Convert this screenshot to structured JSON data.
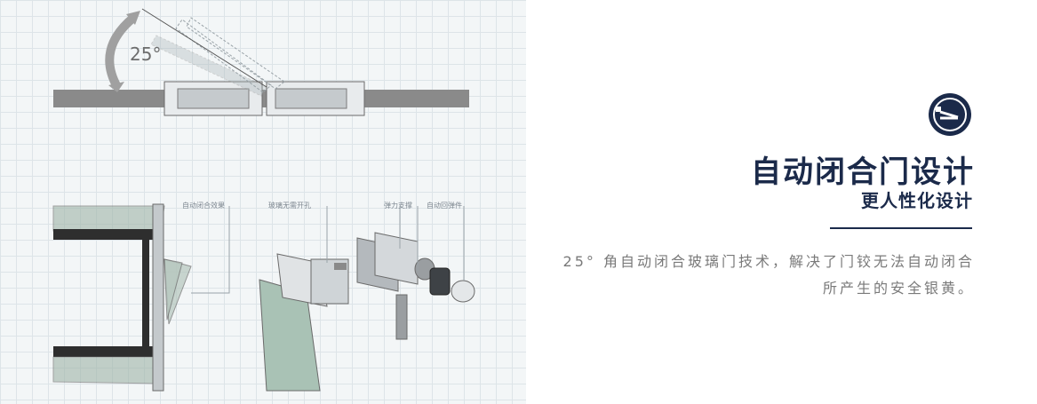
{
  "diagram": {
    "angle_label": "25°",
    "callouts": [
      "自动闭合效果",
      "玻璃无需开孔",
      "弹力支撑",
      "自动回弹件"
    ]
  },
  "brand": {
    "title": "自动闭合门设计",
    "subtitle": "更人性化设计",
    "description": "25° 角自动闭合玻璃门技术，解决了门铰无法自动闭合所产生的安全银黄。",
    "accent_color": "#1b2a4a",
    "logo_icon": "door-closer-logo-icon"
  }
}
